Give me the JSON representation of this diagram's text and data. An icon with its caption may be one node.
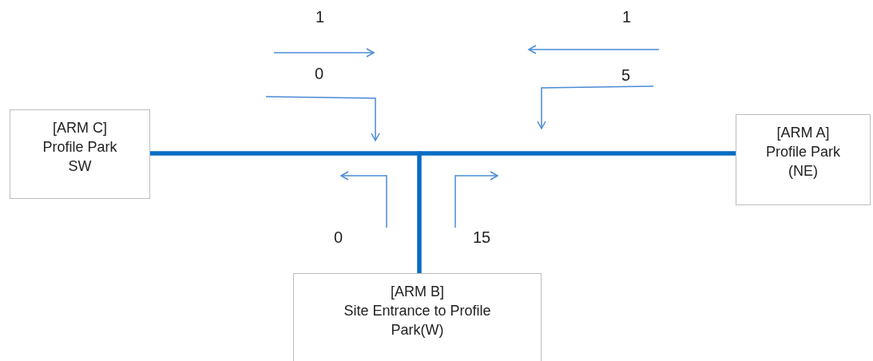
{
  "diagram": {
    "nodes": [
      {
        "text": [
          "[ARM C]",
          "Profile Park SW"
        ]
      },
      {
        "text": [
          "[ARM A]",
          "Profile Park (NE)"
        ]
      },
      {
        "text": [
          "[ARM B]",
          "Site Entrance to Profile Park(W)"
        ]
      }
    ],
    "edges": [
      {
        "from": 0,
        "to": 1,
        "arrow": "none"
      },
      {
        "from": 2,
        "to": 0,
        "arrow": "none"
      },
      {
        "from": 2,
        "to": 1,
        "arrow": "none"
      }
    ],
    "labels": [
      "1",
      "1",
      "0",
      "5",
      "0",
      "15"
    ]
  }
}
